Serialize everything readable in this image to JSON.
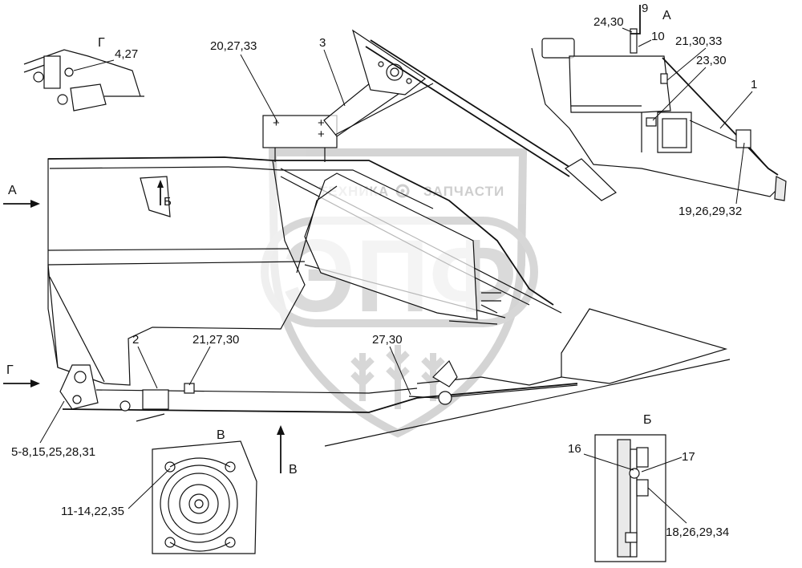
{
  "watermark": {
    "top_text_left": "ТЕХНИКА",
    "top_text_right": "ЗАПЧАСТИ",
    "logo": "ЭПФ"
  },
  "views": {
    "a": "А",
    "b": "Б",
    "v": "В",
    "g": "Г"
  },
  "arrows": {
    "a": "А",
    "g": "Г",
    "v": "В",
    "b": "Б"
  },
  "callouts": {
    "c1": "1",
    "c2": "2",
    "c3": "3",
    "c9": "9",
    "c10": "10",
    "c16": "16",
    "c17": "17",
    "c4_27": "4,27",
    "c20_27_33": "20,27,33",
    "c24_30": "24,30",
    "c21_30_33": "21,30,33",
    "c23_30": "23,30",
    "c19_26_29_32": "19,26,29,32",
    "c21_27_30": "21,27,30",
    "c27_30": "27,30",
    "c5_8": "5-8,15,25,28,31",
    "c11_14": "11-14,22,35",
    "c18_26": "18,26,29,34"
  },
  "icons": [
    "gear-icon",
    "wheat-ear-icon",
    "shield-icon"
  ]
}
